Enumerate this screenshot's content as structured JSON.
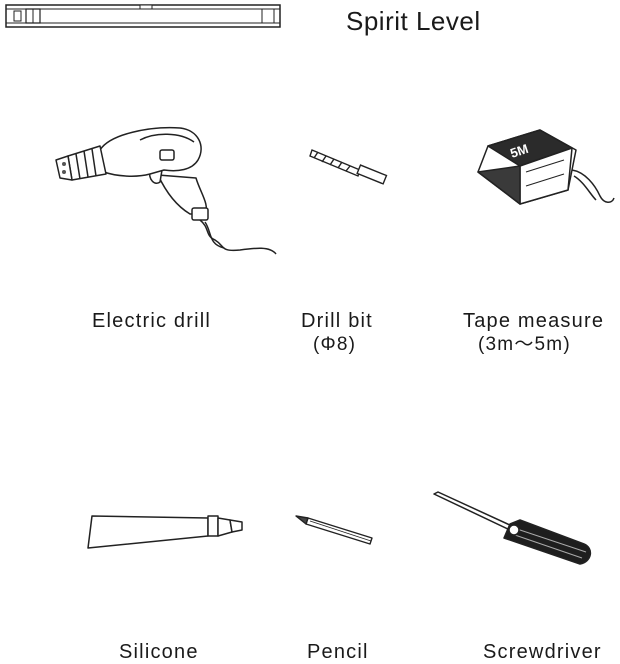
{
  "tools": {
    "spirit_level": {
      "label": "Spirit Level",
      "icon": "spirit-level-icon"
    },
    "electric_drill": {
      "label": "Electric drill",
      "icon": "electric-drill-icon"
    },
    "drill_bit": {
      "label": "Drill bit",
      "spec": "(Φ8)",
      "icon": "drill-bit-icon"
    },
    "tape_measure": {
      "label": "Tape measure",
      "spec": "(3m～5m)",
      "icon": "tape-measure-icon",
      "badge": "5M"
    },
    "silicone": {
      "label": "Silicone",
      "icon": "silicone-tube-icon"
    },
    "pencil": {
      "label": "Pencil",
      "icon": "pencil-icon"
    },
    "screwdriver": {
      "label": "Screwdriver",
      "icon": "screwdriver-icon"
    }
  }
}
